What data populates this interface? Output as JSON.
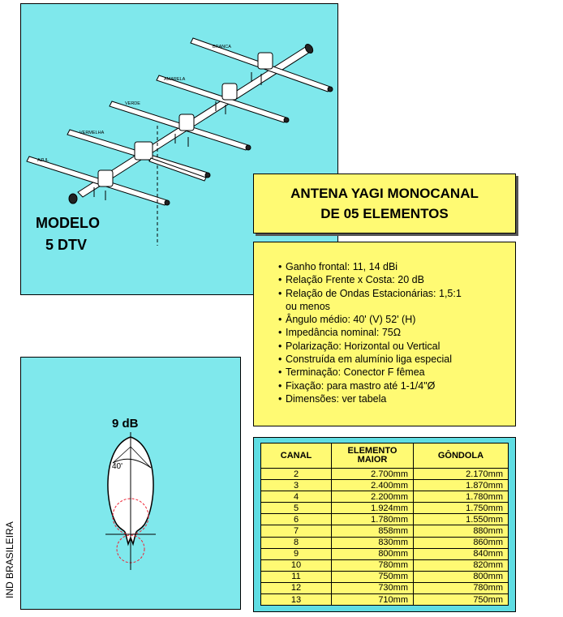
{
  "model": {
    "line1": "MODELO",
    "line2": "5 DTV"
  },
  "antenna_labels": {
    "branca": "BRANCA",
    "amarela": "AMARELA",
    "verde": "VERDE",
    "vermelha": "VERMELHA",
    "azul": "AZUL"
  },
  "title": {
    "line1": "ANTENA YAGI MONOCANAL",
    "line2": "DE 05 ELEMENTOS"
  },
  "specs": [
    "Ganho frontal: 11, 14 dBi",
    "Relação Frente x Costa: 20 dB",
    "Relação de Ondas Estacionárias: 1,5:1",
    "ou menos",
    "Ângulo médio: 40' (V) 52' (H)",
    "Impedância nominal: 75Ω",
    "Polarização: Horizontal ou Vertical",
    "Construída em alumínio liga especial",
    "Terminação: Conector F fêmea",
    "Fixação: para mastro até 1-1/4\"Ø",
    "Dimensões: ver tabela"
  ],
  "pattern": {
    "gain": "9 dB",
    "angle": "40'"
  },
  "table": {
    "headers": [
      "CANAL",
      "ELEMENTO MAIOR",
      "GÔNDOLA"
    ],
    "rows": [
      [
        "2",
        "2.700mm",
        "2.170mm"
      ],
      [
        "3",
        "2.400mm",
        "1.870mm"
      ],
      [
        "4",
        "2.200mm",
        "1.780mm"
      ],
      [
        "5",
        "1.924mm",
        "1.750mm"
      ],
      [
        "6",
        "1.780mm",
        "1.550mm"
      ],
      [
        "7",
        "858mm",
        "880mm"
      ],
      [
        "8",
        "830mm",
        "860mm"
      ],
      [
        "9",
        "800mm",
        "840mm"
      ],
      [
        "10",
        "780mm",
        "820mm"
      ],
      [
        "11",
        "750mm",
        "800mm"
      ],
      [
        "12",
        "730mm",
        "780mm"
      ],
      [
        "13",
        "710mm",
        "750mm"
      ]
    ]
  },
  "side_text": "IND BRASILEIRA"
}
